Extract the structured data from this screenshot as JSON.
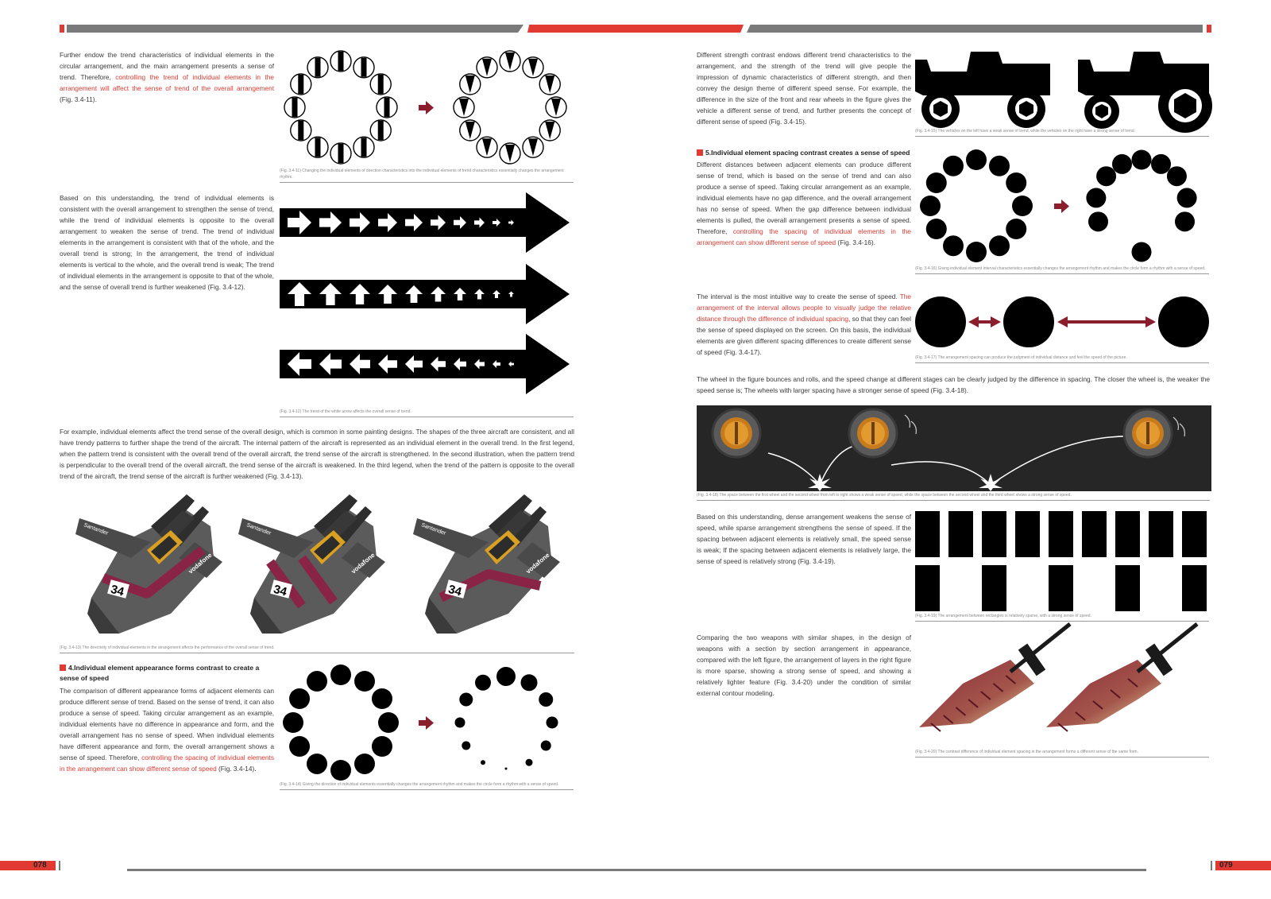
{
  "colors": {
    "accent": "#e03a32",
    "dark_red": "#8b1e2d",
    "bar_gray": "#7a7a7a",
    "text": "#3a3a3a"
  },
  "left_page": {
    "page_number": "078",
    "para_1": {
      "pre": "Further endow the trend characteristics of individual elements in the circular arrangement, and the main arrangement presents a sense of trend. Therefore, ",
      "red": "controlling the trend of individual elements in the arrangement will affect the sense of trend of the overall arrangement",
      "post": " (Fig. 3.4-11)."
    },
    "fig_11_caption": "(Fig. 3.4-11) Changing the individual elements of direction characteristics into the individual elements of trend characteristics essentially changes the arrangement rhythm.",
    "para_2": "Based on this understanding, the trend of individual elements is consistent with the overall arrangement to strengthen the sense of trend, while the trend of individual elements is opposite to the overall arrangement to weaken the sense of trend. The trend of individual elements in the arrangement is consistent with that of the whole, and the overall trend is strong; In the arrangement, the trend of individual elements is vertical to the whole, and the overall trend is weak; The trend of individual elements in the arrangement is opposite to that of the whole, and the sense of overall trend is further weakened (Fig. 3.4-12).",
    "fig_12_caption": "(Fig. 3.4-12) The trend of the white arrow affects the overall sense of trend.",
    "para_3": "For example, individual elements affect the trend sense of the overall design, which is common in some painting designs. The shapes of the three aircraft are consistent, and all have trendy patterns to further shape the trend of the aircraft. The internal pattern of the aircraft is represented as an individual element in the overall trend. In the first legend, when the pattern trend is consistent with the overall trend of the overall aircraft, the trend sense of the aircraft is strengthened. In the second illustration, when the pattern trend is perpendicular to the overall trend of the overall aircraft, the trend sense of the aircraft is weakened. In the third legend, when the trend of the pattern is opposite to the overall trend of the aircraft, the trend sense of the aircraft is further weakened (Fig. 3.4-13).",
    "aircraft_labels": {
      "sponsor_1": "Santander",
      "sponsor_2": "vodafone",
      "number": "34"
    },
    "fig_13_caption": "(Fig. 3.4-13) The directivity of individual elements in the arrangement affects the performance of the overall sense of trend.",
    "heading_4": "4.Individual element appearance forms contrast to create a sense of speed",
    "para_4": {
      "pre": "The comparison of different appearance forms of adjacent elements can produce different sense of trend. Based on the sense of trend, it can also produce a sense of speed. Taking circular arrangement as an example, individual elements have no difference in appearance and form, and the overall arrangement has no sense of speed. When individual elements have different appearance and form, the overall arrangement shows a sense of speed. Therefore, ",
      "red": "controlling the spacing of individual elements in the arrangement can show different sense of speed",
      "post": " (Fig. 3.4-14)."
    },
    "fig_14_caption": "(Fig. 3.4-14) Giving the direction of individual elements essentially changes the arrangement rhythm and makes the circle form a rhythm with a sense of speed."
  },
  "right_page": {
    "page_number": "079",
    "para_1": "Different strength contrast endows different trend characteristics to the arrangement, and the strength of the trend will give people the impression of dynamic characteristics of different strength, and then convey the design theme of different speed sense. For example, the difference in the size of the front and rear wheels in the figure gives the vehicle a different sense of trend, and further presents the concept of different sense of speed (Fig. 3.4-15).",
    "fig_15_caption": "(Fig. 3.4-15) The vehicles on the left have a weak sense of trend, while the vehicles on the right have a strong sense of trend.",
    "heading_5": "5.Individual element spacing contrast creates a sense of speed",
    "para_2": {
      "pre": "Different distances between adjacent elements can produce different sense of trend, which is based on the sense of trend and can also produce a sense of speed. Taking circular arrangement as an example, individual elements have no gap difference, and the overall arrangement has no sense of speed. When the gap difference between individual elements is pulled, the overall arrangement presents a sense of speed. Therefore, ",
      "red": "controlling the spacing of individual elements in the arrangement can show different sense of speed",
      "post": " (Fig. 3.4-16)."
    },
    "fig_16_caption": "(Fig. 3.4-16) Giving individual element interval characteristics essentially changes the arrangement rhythm and makes the circle form a rhythm with a sense of speed.",
    "para_3": {
      "pre": "The interval is the most intuitive way to create the sense of speed. ",
      "red": "The arrangement of the interval allows people to visually judge the relative distance through the difference of individual spacing",
      "post": ", so that they can feel the sense of speed displayed on the screen. On this basis, the individual elements are given different spacing differences to create different sense of speed (Fig. 3.4-17)."
    },
    "fig_17_caption": "(Fig. 3.4-17) The arrangement spacing can produce the judgment of individual distance and feel the speed of the picture.",
    "para_4": "The wheel in the figure bounces and rolls, and the speed change at different stages can be clearly judged by the difference in spacing. The closer the wheel is, the weaker the speed sense is; The wheels with larger spacing have a stronger sense of speed (Fig. 3.4-18).",
    "fig_18_caption": "(Fig. 3.4-18) The space between the first wheel and the second wheel from left to right shows a weak sense of speed, while the space between the second wheel and the third wheel shows a strong sense of speed.",
    "para_5": "Based on this understanding, dense arrangement weakens the sense of speed, while sparse arrangement strengthens the sense of speed. If the spacing between adjacent elements is relatively small, the speed sense is weak; If the spacing between adjacent elements is relatively large, the sense of speed is relatively strong (Fig. 3.4-19).",
    "fig_19_caption": "(Fig. 3.4-19) The arrangement between rectangles is relatively sparse, with a strong sense of speed.",
    "para_6": "Comparing the two weapons with similar shapes, in the design of weapons with a section by section arrangement in appearance, compared with the left figure, the arrangement of layers in the right figure is more sparse, showing a strong sense of speed, and showing a relatively lighter feature (Fig. 3.4-20) under the condition of similar external contour modeling.",
    "fig_20_caption": "(Fig. 3.4-20) The contrast difference of individual element spacing in the arrangement forms a different sense of the same form."
  }
}
